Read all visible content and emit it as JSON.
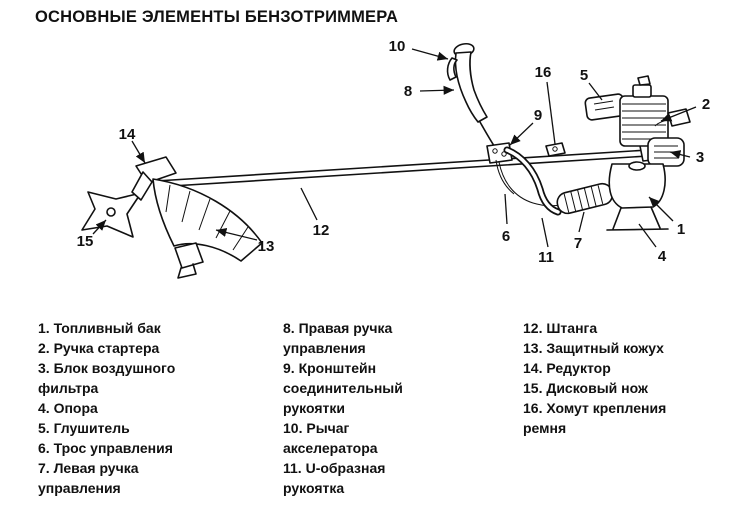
{
  "title": "ОСНОВНЫЕ ЭЛЕМЕНТЫ БЕНЗОТРИММЕРА",
  "callouts": [
    "1",
    "2",
    "3",
    "4",
    "5",
    "6",
    "7",
    "8",
    "9",
    "10",
    "11",
    "12",
    "13",
    "14",
    "15",
    "16"
  ],
  "legend": {
    "columns": [
      {
        "items": [
          "1. Топливный бак",
          "2. Ручка стартера",
          "3. Блок воздушного фильтра",
          "4. Опора",
          "5. Глушитель",
          "6. Трос управления",
          "7. Левая ручка управления"
        ]
      },
      {
        "items": [
          "8. Правая ручка управления",
          "9. Кронштейн соединительный рукоятки",
          "10. Рычаг акселератора",
          "11. U-образная рукоятка"
        ]
      },
      {
        "items": [
          "12. Штанга",
          "13. Защитный кожух",
          "14. Редуктор",
          "15. Дисковый нож",
          "16. Хомут крепления ремня"
        ]
      }
    ]
  }
}
